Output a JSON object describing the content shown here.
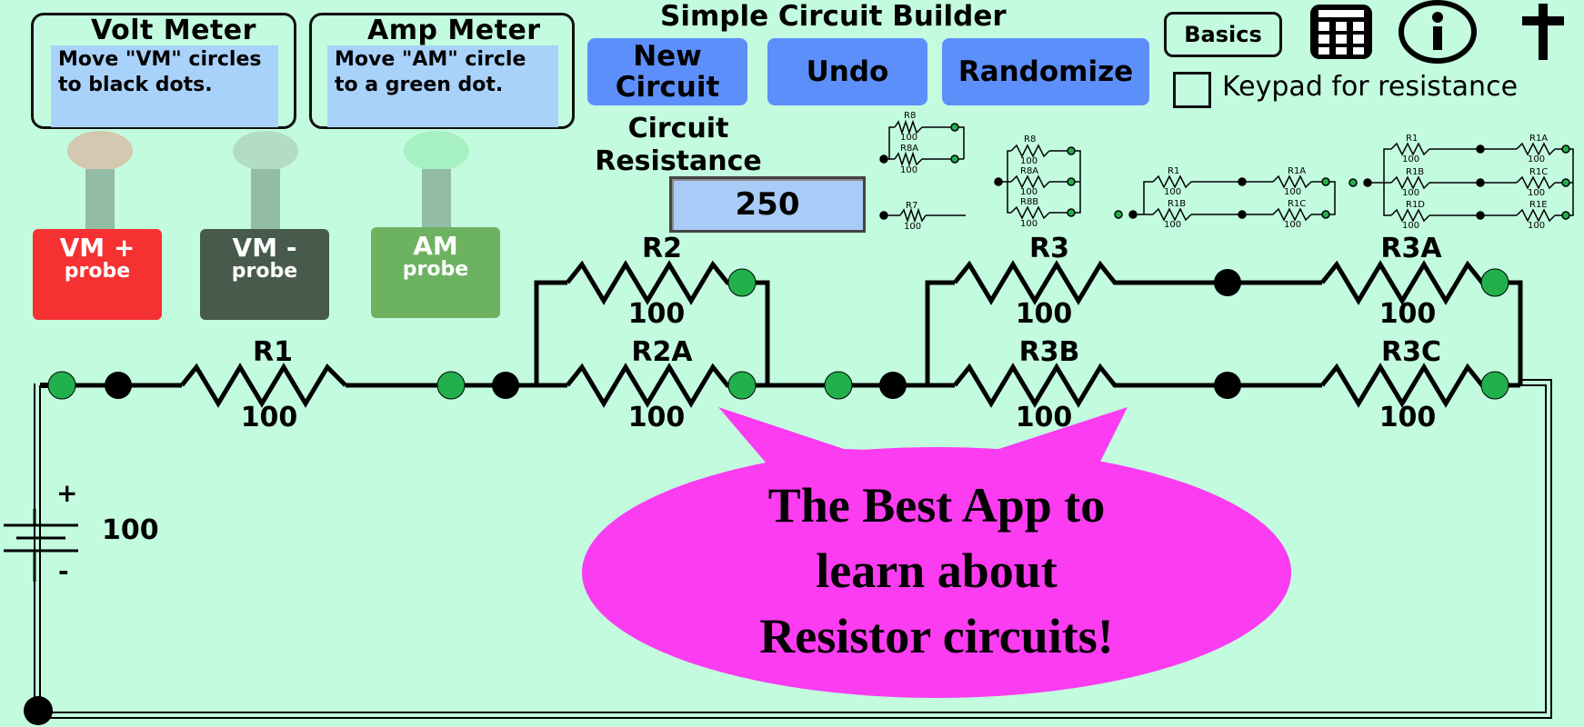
{
  "app": {
    "title": "Simple Circuit Builder"
  },
  "volt_meter": {
    "title": "Volt Meter",
    "hint": "Move \"VM\" circles to black dots."
  },
  "amp_meter": {
    "title": "Amp Meter",
    "hint": "Move \"AM\" circle to a green dot."
  },
  "probes": [
    {
      "line1": "VM +",
      "line2": "probe",
      "color": "#f53131",
      "circle_color": "#d4c8b0"
    },
    {
      "line1": "VM -",
      "line2": "probe",
      "color": "#475a4c",
      "circle_color": "#b2dcc3"
    },
    {
      "line1": "AM",
      "line2": "probe",
      "color": "#6db261",
      "circle_color": "#a6f0c2"
    }
  ],
  "toolbar": {
    "new_circuit": "New\nCircuit",
    "undo": "Undo",
    "randomize": "Randomize",
    "basics": "Basics",
    "keypad_label": "Keypad for resistance"
  },
  "resistance": {
    "label": "Circuit\nResistance",
    "value": "250"
  },
  "templates": [
    {
      "resistors": [
        {
          "name": "R8",
          "value": "100"
        },
        {
          "name": "R8A",
          "value": "100"
        }
      ]
    },
    {
      "resistors": [
        {
          "name": "R7",
          "value": "100"
        }
      ]
    },
    {
      "resistors": [
        {
          "name": "R8",
          "value": "100"
        },
        {
          "name": "R8A",
          "value": "100"
        },
        {
          "name": "R8B",
          "value": "100"
        }
      ]
    },
    {
      "resistors": [
        {
          "name": "R1",
          "value": "100"
        },
        {
          "name": "R1A",
          "value": "100"
        },
        {
          "name": "R1B",
          "value": "100"
        },
        {
          "name": "R1C",
          "value": "100"
        }
      ]
    },
    {
      "resistors": [
        {
          "name": "R1",
          "value": "100"
        },
        {
          "name": "R1A",
          "value": "100"
        },
        {
          "name": "R1B",
          "value": "100"
        },
        {
          "name": "R1C",
          "value": "100"
        },
        {
          "name": "R1D",
          "value": "100"
        },
        {
          "name": "R1E",
          "value": "100"
        }
      ]
    }
  ],
  "circuit": {
    "resistors": [
      {
        "name": "R1",
        "value": "100"
      },
      {
        "name": "R2",
        "value": "100"
      },
      {
        "name": "R2A",
        "value": "100"
      },
      {
        "name": "R3",
        "value": "100"
      },
      {
        "name": "R3B",
        "value": "100"
      },
      {
        "name": "R3A",
        "value": "100"
      },
      {
        "name": "R3C",
        "value": "100"
      }
    ],
    "battery": {
      "value": "100",
      "plus": "+",
      "minus": "-"
    }
  },
  "promo": {
    "line1": "The Best App to",
    "line2": "learn about",
    "line3": "Resistor circuits!",
    "color": "#fb3cf1"
  },
  "colors": {
    "background": "#c3fbdf",
    "button": "#5d8ffb",
    "node_green": "#22b04c",
    "node_black": "#000000"
  },
  "icons": [
    "calculator-icon",
    "info-icon",
    "cross-icon"
  ]
}
